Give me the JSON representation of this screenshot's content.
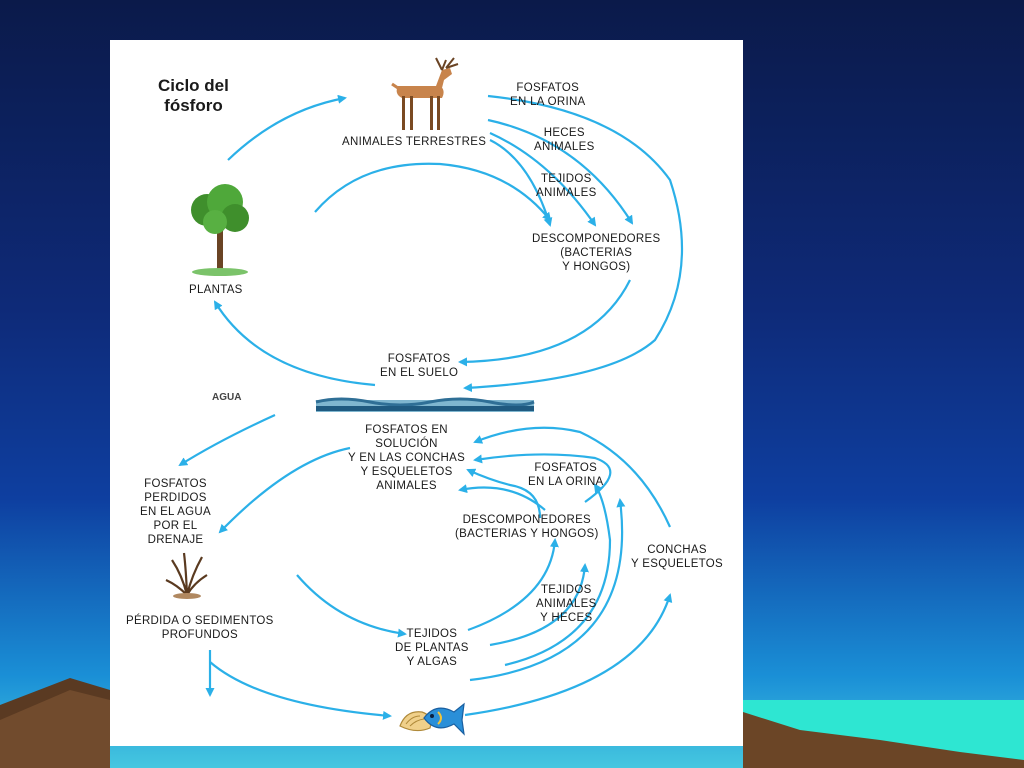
{
  "diagram": {
    "title_line1": "Ciclo del",
    "title_line2": "fósforo",
    "water_label": "AGUA",
    "terrestrial": {
      "animales_terrestres": "ANIMALES TERRESTRES",
      "fosfatos_orina_1": "FOSFATOS",
      "fosfatos_orina_2": "EN LA ORINA",
      "heces_1": "HECES",
      "heces_2": "ANIMALES",
      "tejidos_1": "TEJIDOS",
      "tejidos_2": "ANIMALES",
      "descomp_1": "DESCOMPONEDORES",
      "descomp_2": "(BACTERIAS",
      "descomp_3": "Y HONGOS)",
      "plantas": "PLANTAS",
      "suelo_1": "FOSFATOS",
      "suelo_2": "EN EL SUELO"
    },
    "aquatic": {
      "solucion_1": "FOSFATOS EN",
      "solucion_2": "SOLUCIÓN",
      "solucion_3": "Y EN LAS CONCHAS",
      "solucion_4": "Y ESQUELETOS",
      "solucion_5": "ANIMALES",
      "perdidos_1": "FOSFATOS",
      "perdidos_2": "PERDIDOS",
      "perdidos_3": "EN EL AGUA",
      "perdidos_4": "POR EL",
      "perdidos_5": "DRENAJE",
      "orina_1": "FOSFATOS",
      "orina_2": "EN LA ORINA",
      "descomp_1": "DESCOMPONEDORES",
      "descomp_2": "(BACTERIAS Y HONGOS)",
      "conchas_1": "CONCHAS",
      "conchas_2": "Y ESQUELETOS",
      "tej_heces_1": "TEJIDOS",
      "tej_heces_2": "ANIMALES",
      "tej_heces_3": "Y HECES",
      "sedimentos_1": "PÉRDIDA O SEDIMENTOS",
      "sedimentos_2": "PROFUNDOS",
      "plantas_algas_1": "TEJIDOS",
      "plantas_algas_2": "DE PLANTAS",
      "plantas_algas_3": "Y ALGAS"
    },
    "icons": [
      "deer-icon",
      "tree-icon",
      "seaweed-icon",
      "fish-icon",
      "shell-icon"
    ],
    "colors": {
      "arrow": "#2bb0e8",
      "panel": "#ffffff",
      "background_top": "#0b1a4a",
      "background_bottom": "#45c7e0"
    }
  }
}
